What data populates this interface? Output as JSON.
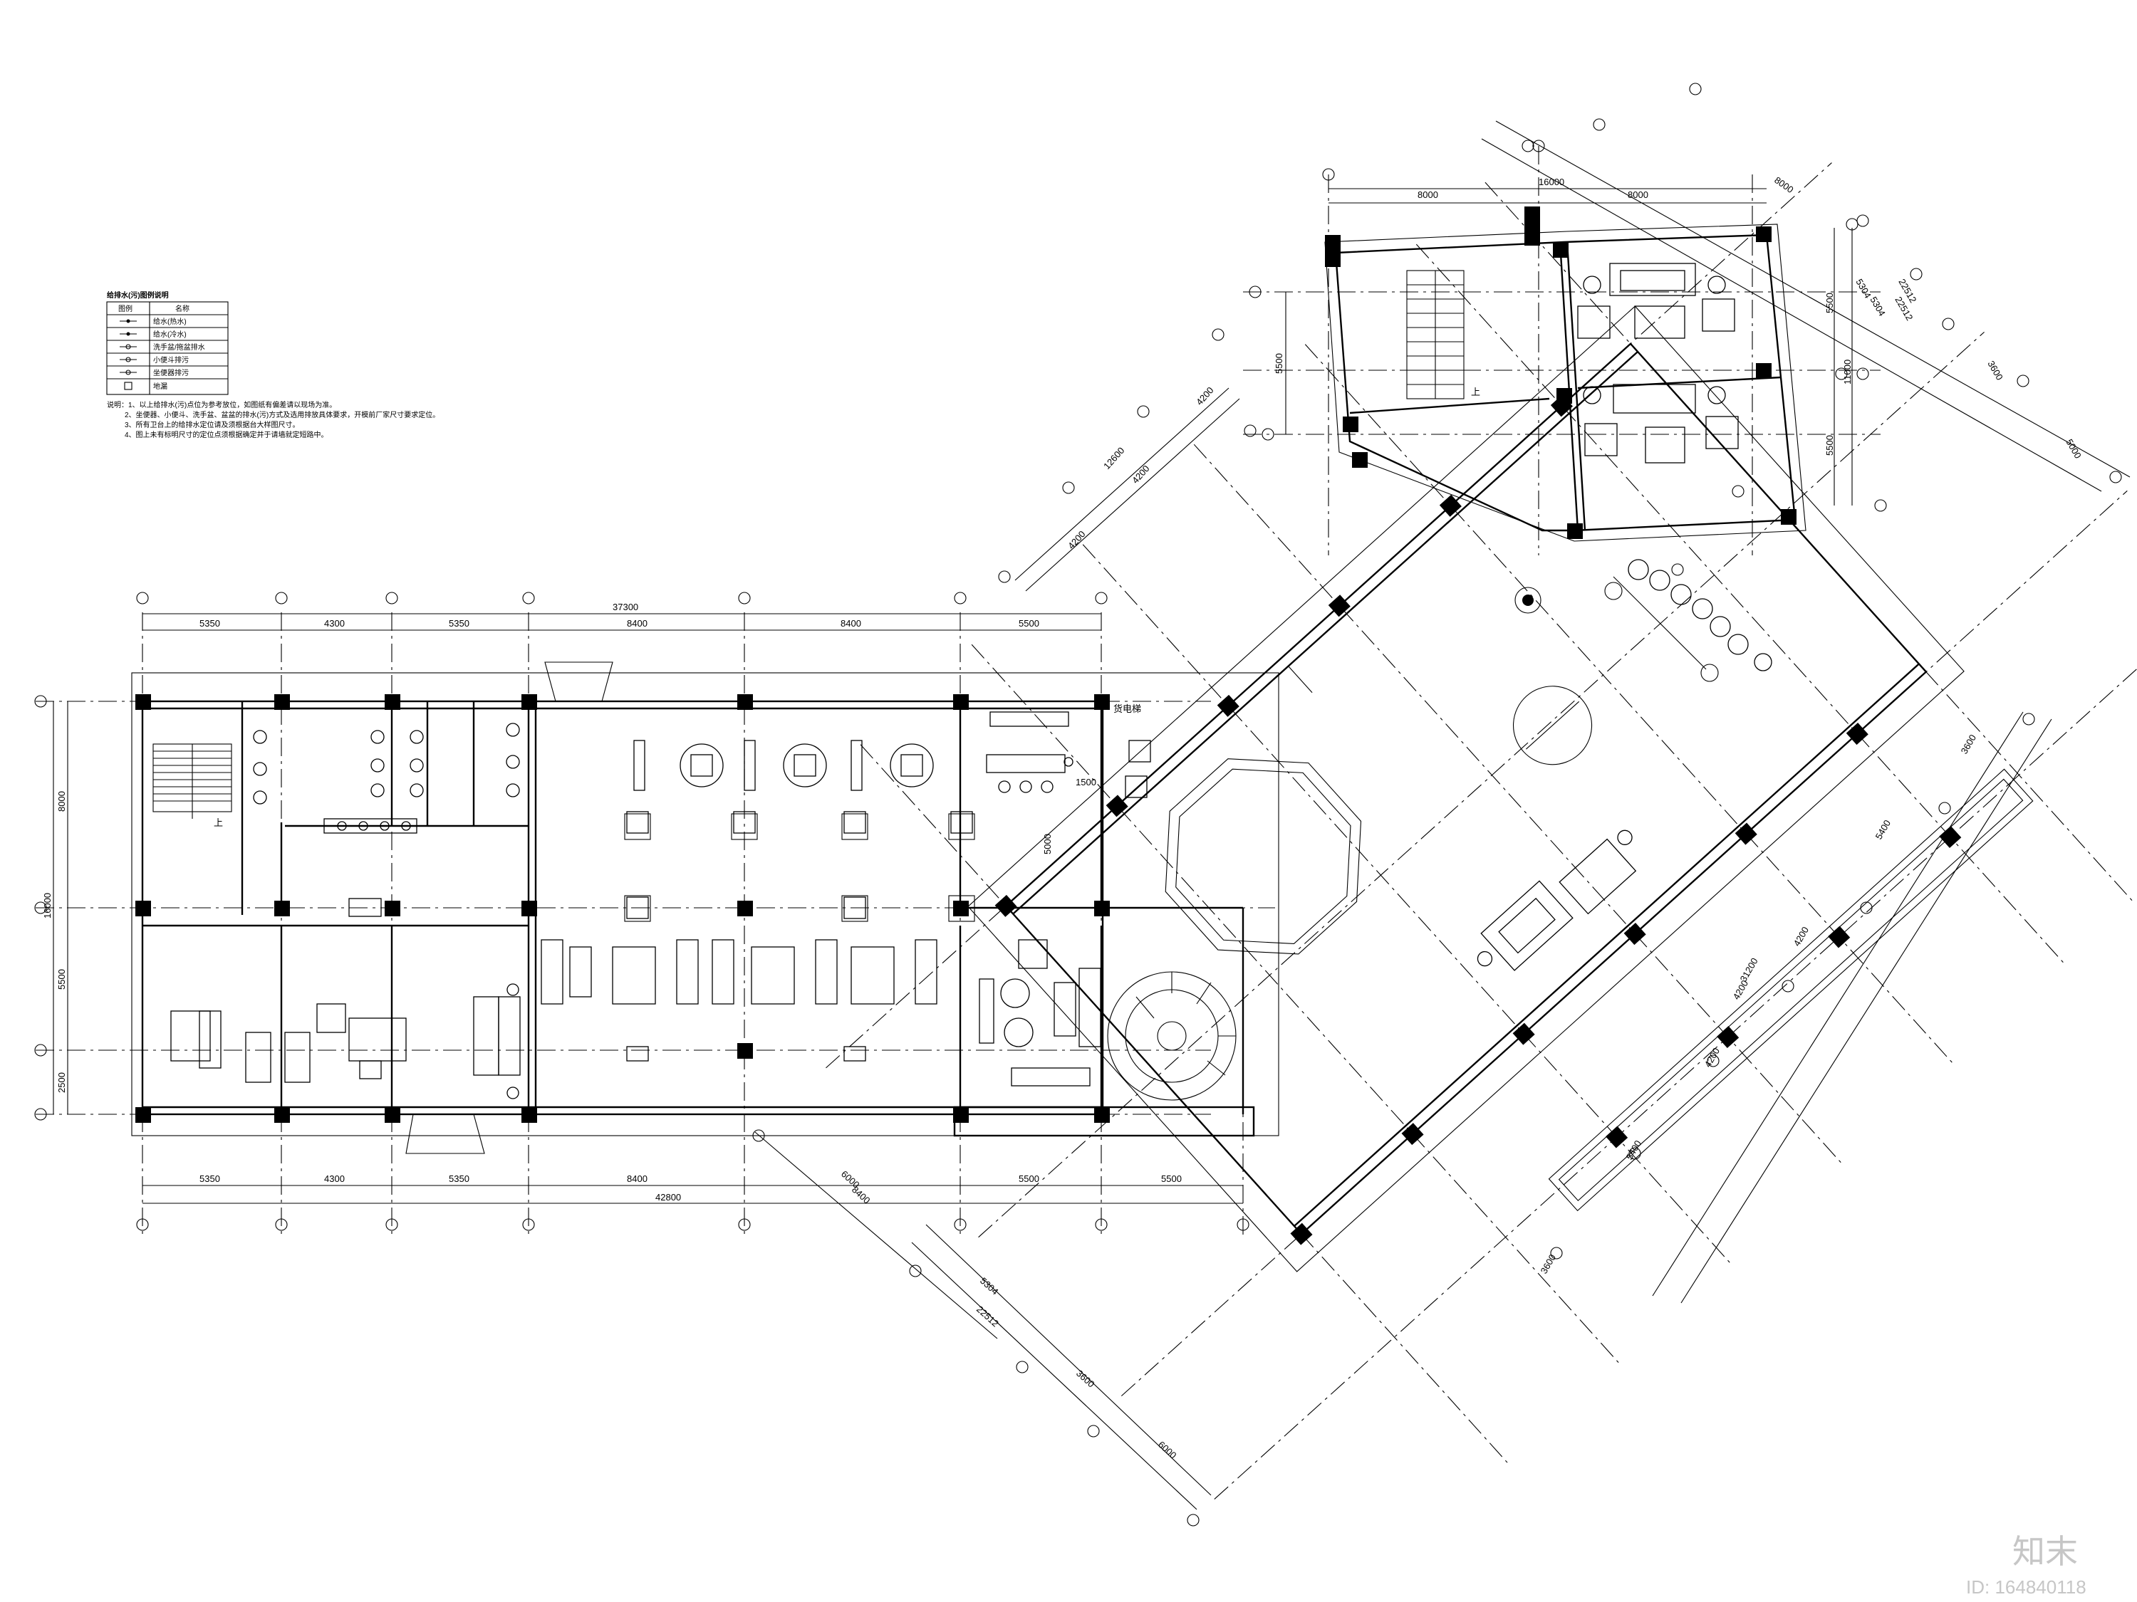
{
  "legend": {
    "title": "给排水(污)图例说明",
    "col_symbol": "图例",
    "col_name": "名称",
    "rows": [
      "给水(热水)",
      "给水(冷水)",
      "洗手盆/拖盆排水",
      "小便斗排污",
      "坐便器排污",
      "地漏"
    ],
    "notes": [
      "说明：1、以上给排水(污)点位为参考放位，如图纸有偏差请以现场为准。",
      "2、坐便器、小便斗、洗手盆、盆盆的排水(污)方式及选用排放具体要求，开模前厂家尺寸要求定位。",
      "3、所有卫台上的给排水定位请及须根据台大样图尺寸。",
      "4、图上未有标明尺寸的定位点须根据确定并于请墙就定短路中。"
    ]
  },
  "left_wing": {
    "top_total": "37300",
    "top_dims": [
      "5350",
      "4300",
      "5350",
      "8400",
      "8400",
      "5500"
    ],
    "bottom_total": "42800",
    "bottom_dims": [
      "5350",
      "4300",
      "5350",
      "8400",
      "5500",
      "5500"
    ],
    "side_total": "16000",
    "side_dims": [
      "8000",
      "5500",
      "2500"
    ],
    "inner_dims": [
      "1500",
      "5000"
    ],
    "up_label": "上",
    "lift_label": "货电梯"
  },
  "diagonal_wing": {
    "dims_left": [
      "12600",
      "4200",
      "4200",
      "4200"
    ],
    "dims_right": [
      "22512",
      "3600",
      "5304",
      "5000"
    ],
    "dims_lower": [
      "31200",
      "3600",
      "5400",
      "4200",
      "4200",
      "4200",
      "5400",
      "3600"
    ],
    "dims_bottom": [
      "6000",
      "5304",
      "22512",
      "3600",
      "6000"
    ],
    "overlap_label": "8400"
  },
  "top_block": {
    "top_total": "16000",
    "top_dims": [
      "8000",
      "8000"
    ],
    "right_total": "11000",
    "right_dims": [
      "5500",
      "5500"
    ],
    "left_dim": "5500",
    "diag_dims": [
      "8000",
      "22512",
      "5304"
    ],
    "up_label": "上"
  },
  "watermark": {
    "logo": "知末",
    "id": "ID: 164840118"
  }
}
